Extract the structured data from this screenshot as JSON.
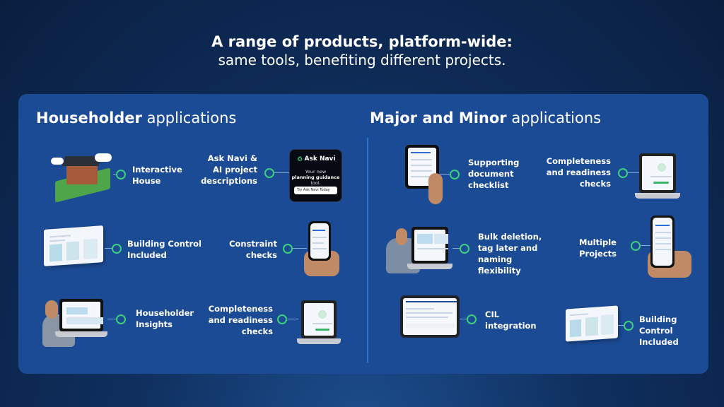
{
  "headline": {
    "line1": "A range of products, platform-wide:",
    "line2": "same tools,  benefiting different projects."
  },
  "householder": {
    "title_bold": "Householder",
    "title_rest": " applications",
    "items": [
      {
        "label": "Interactive House"
      },
      {
        "label": "Ask Navi & AI project descriptions"
      },
      {
        "label": "Building Control Included"
      },
      {
        "label": "Constraint checks"
      },
      {
        "label": "Householder Insights"
      },
      {
        "label": "Completeness and readiness checks"
      }
    ],
    "ask_navi": {
      "title": "Ask Navi",
      "subtitle_line1": "Your new",
      "subtitle_line2": "planning guidance",
      "subtitle_line3": "tool.",
      "button": "Try Ask Navi Today"
    }
  },
  "major_minor": {
    "title_bold": "Major and Minor",
    "title_rest": " applications",
    "items": [
      {
        "label": "Supporting document checklist"
      },
      {
        "label": "Completeness and readiness checks"
      },
      {
        "label": "Bulk deletion, tag later and naming flexibility"
      },
      {
        "label": "Multiple Projects"
      },
      {
        "label": "CIL integration"
      },
      {
        "label": "Building Control Included"
      }
    ]
  },
  "colors": {
    "panel": "#1c4b95",
    "accent_green": "#3ad17a",
    "divider": "#2e73c9"
  }
}
